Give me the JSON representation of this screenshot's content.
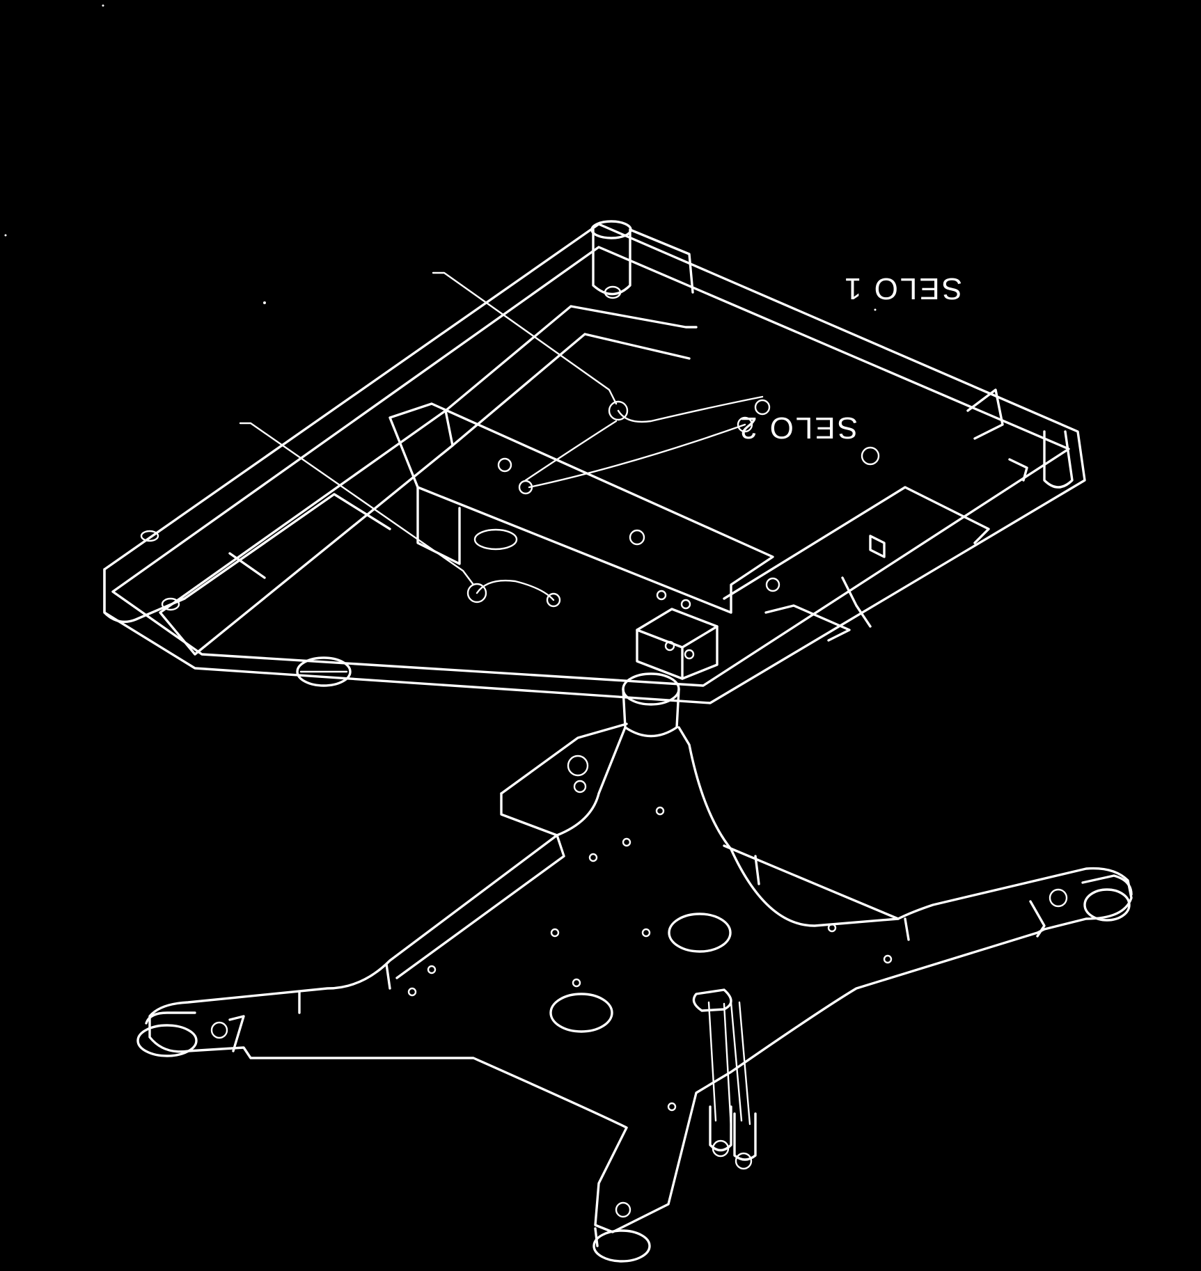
{
  "diagram": {
    "colors": {
      "background": "#000000",
      "line": "#ffffff"
    },
    "callouts": [
      {
        "id": "selo-1",
        "label": "SELO 1"
      },
      {
        "id": "selo-2",
        "label": "SELO 2"
      }
    ]
  }
}
